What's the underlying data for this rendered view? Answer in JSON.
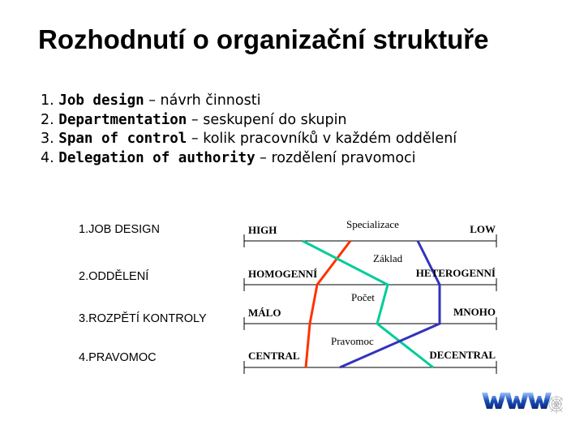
{
  "title": "Rozhodnutí o organizační struktuře",
  "items": [
    {
      "num": "1.",
      "term": "Job design",
      "desc": " – návrh činnosti"
    },
    {
      "num": "2.",
      "term": "Departmentation",
      "desc": " – seskupení do skupin"
    },
    {
      "num": "3.",
      "term": "Span of control",
      "desc": " – kolik pracovníků v každém oddělení"
    },
    {
      "num": "4.",
      "term": "Delegation of authority",
      "desc": " – rozdělení pravomoci"
    }
  ],
  "rows": [
    {
      "label": "1.JOB DESIGN",
      "left": "HIGH",
      "right": "LOW"
    },
    {
      "label": "2.ODDĚLENÍ",
      "left": "HOMOGENNÍ",
      "right": "HETEROGENNÍ"
    },
    {
      "label": "3.ROZPĚTÍ KONTROLY",
      "left": "MÁLO",
      "right": "MNOHO"
    },
    {
      "label": "4.PRAVOMOC",
      "left": "CENTRAL",
      "right": "DECENTRAL"
    }
  ],
  "line_labels": [
    "Specializace",
    "Základ",
    "Počet",
    "Pravomoc"
  ],
  "colors": {
    "red_line": "#ff3300",
    "green_line": "#00cc99",
    "blue_line": "#3333bb",
    "axis": "#000000",
    "logo_blue": "#1a4fb8"
  },
  "logo_icon": "www-logo-icon"
}
